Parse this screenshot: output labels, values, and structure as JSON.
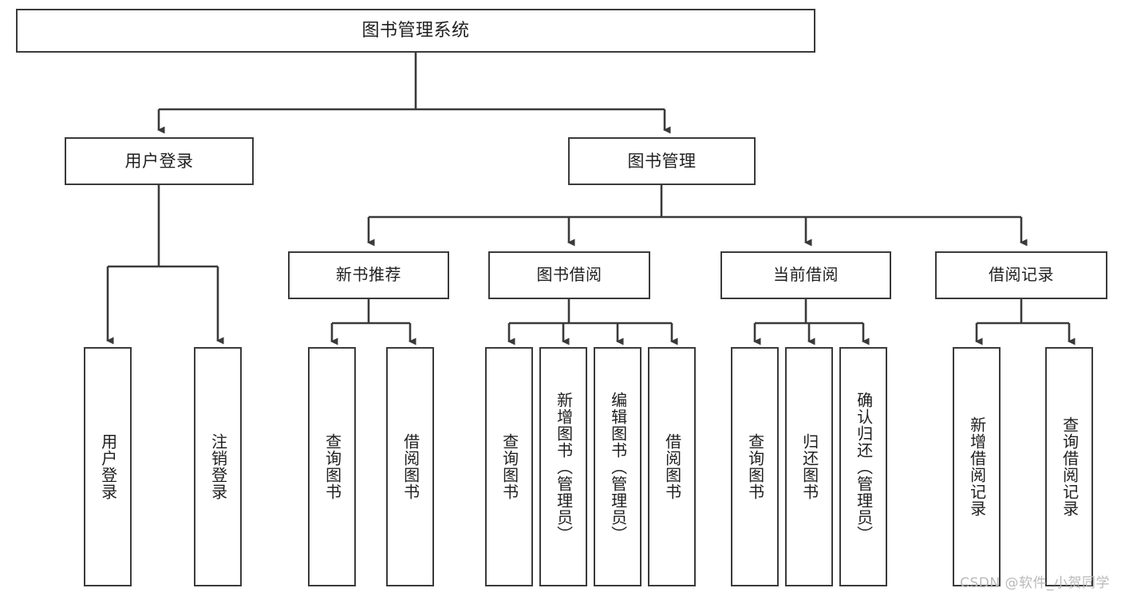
{
  "diagram": {
    "title": "图书管理系统",
    "type": "功能结构图",
    "root": {
      "label": "图书管理系统"
    },
    "level1": [
      {
        "label": "用户登录"
      },
      {
        "label": "图书管理"
      }
    ],
    "level2": [
      {
        "label": "新书推荐"
      },
      {
        "label": "图书借阅"
      },
      {
        "label": "当前借阅"
      },
      {
        "label": "借阅记录"
      }
    ],
    "leaves": {
      "user_login": [
        {
          "label": "用户登录"
        },
        {
          "label": "注销登录"
        }
      ],
      "new_book_recommend": [
        {
          "label": "查询图书"
        },
        {
          "label": "借阅图书"
        }
      ],
      "book_borrow": [
        {
          "label": "查询图书"
        },
        {
          "label": "新增图书（管理员）"
        },
        {
          "label": "编辑图书（管理员）"
        },
        {
          "label": "借阅图书"
        }
      ],
      "current_borrow": [
        {
          "label": "查询图书"
        },
        {
          "label": "归还图书"
        },
        {
          "label": "确认归还（管理员）"
        }
      ],
      "borrow_record": [
        {
          "label": "新增借阅记录"
        },
        {
          "label": "查询借阅记录"
        }
      ]
    }
  },
  "watermark": {
    "text": "CSDN @软件_小贺同学"
  },
  "colors": {
    "box_border": "#3a3a3a",
    "box_fill": "#ffffff",
    "edge": "#3a3a3a",
    "text": "#1f1f1f",
    "watermark": "#b9b9b9",
    "background": "#ffffff"
  }
}
